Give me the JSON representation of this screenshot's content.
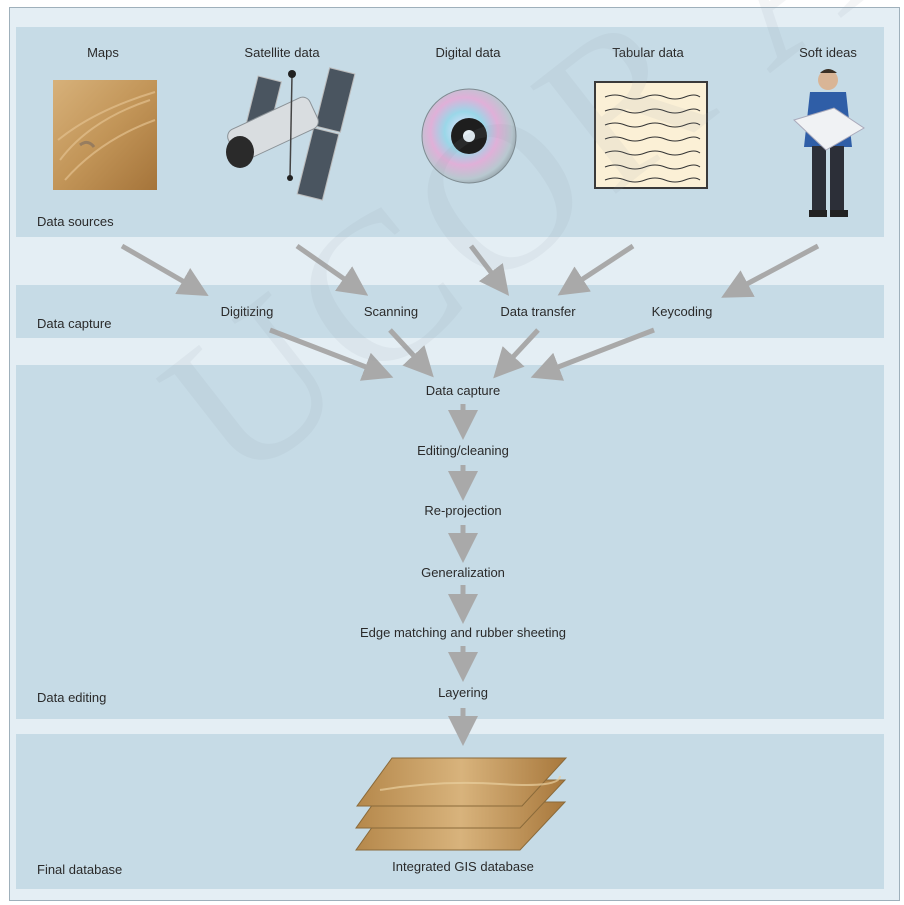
{
  "sources": {
    "maps": "Maps",
    "satellite": "Satellite data",
    "digital": "Digital data",
    "tabular": "Tabular data",
    "soft": "Soft ideas",
    "section_label": "Data sources"
  },
  "capture_methods": {
    "digitizing": "Digitizing",
    "scanning": "Scanning",
    "data_transfer": "Data transfer",
    "keycoding": "Keycoding",
    "section_label": "Data capture"
  },
  "editing": {
    "steps": [
      "Data capture",
      "Editing/cleaning",
      "Re-projection",
      "Generalization",
      "Edge matching and rubber sheeting",
      "Layering"
    ],
    "section_label": "Data editing"
  },
  "final": {
    "output": "Integrated GIS database",
    "section_label": "Final database"
  },
  "watermark": "UCOR APP",
  "colors": {
    "arrow": "#a9a9a9",
    "band": "#c6dbe6",
    "background": "#e4eef4"
  }
}
